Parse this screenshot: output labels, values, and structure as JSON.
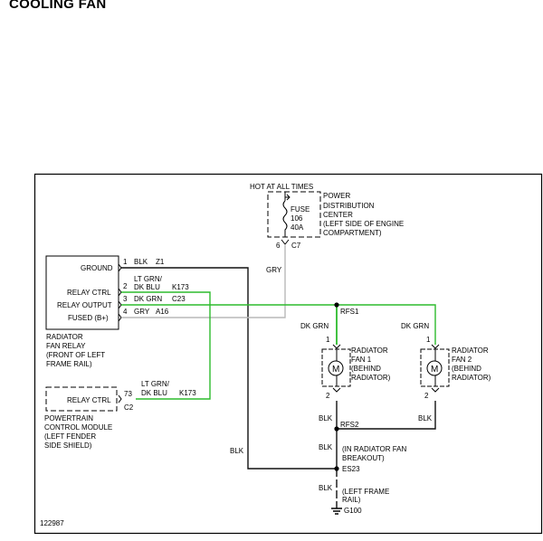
{
  "title": "COOLING FAN",
  "colors": {
    "green_wire": "#2dbb2d",
    "gray_wire": "#b8b8b8",
    "black_wire": "#111111"
  },
  "pdc": {
    "hot_label": "HOT AT ALL TIMES",
    "fuse_label": "FUSE",
    "fuse_number": "106",
    "fuse_amps": "40A",
    "name_lines": [
      "POWER",
      "DISTRIBUTION",
      "CENTER",
      "(LEFT SIDE OF ENGINE",
      "COMPARTMENT)"
    ],
    "pin": "6",
    "connector": "C7"
  },
  "relay": {
    "labels": [
      "GROUND",
      "RELAY CTRL",
      "RELAY OUTPUT",
      "FUSED (B+)"
    ],
    "name_lines": [
      "RADIATOR",
      "FAN RELAY",
      "(FRONT OF LEFT",
      "FRAME RAIL)"
    ],
    "pins": [
      "1",
      "2",
      "3",
      "4"
    ]
  },
  "wires": {
    "z1_color": "BLK",
    "z1_circuit": "Z1",
    "k173_color_1": "LT GRN/",
    "k173_color_2": "DK BLU",
    "k173_circuit": "K173",
    "c23_color": "DK GRN",
    "c23_circuit": "C23",
    "a16_color": "GRY",
    "a16_circuit": "A16",
    "gry_vertical": "GRY",
    "pcm_k173_color_1": "LT GRN/",
    "pcm_k173_color_2": "DK BLU",
    "pcm_k173_circuit": "K173",
    "dkgrn_fan1": "DK GRN",
    "dkgrn_fan2": "DK GRN",
    "blk_fan1": "BLK",
    "blk_fan2": "BLK",
    "blk_ground_left": "BLK",
    "blk_breakout": "BLK",
    "blk_g100": "BLK"
  },
  "pcm": {
    "label": "RELAY CTRL",
    "pin": "73",
    "connector": "C2",
    "name_lines": [
      "POWERTRAIN",
      "CONTROL MODULE",
      "(LEFT FENDER",
      "SIDE SHIELD)"
    ]
  },
  "fan1": {
    "name_lines": [
      "RADIATOR",
      "FAN 1",
      "(BEHIND",
      "RADIATOR)"
    ],
    "pin_top": "1",
    "pin_bottom": "2",
    "motor_symbol": "M"
  },
  "fan2": {
    "name_lines": [
      "RADIATOR",
      "FAN 2",
      "(BEHIND",
      "RADIATOR)"
    ],
    "pin_top": "1",
    "pin_bottom": "2",
    "motor_symbol": "M"
  },
  "splices": {
    "rfs1": "RFS1",
    "rfs2": "RFS2",
    "es23": "ES23",
    "es23_note_lines": [
      "(IN RADIATOR FAN",
      "BREAKOUT)"
    ]
  },
  "ground": {
    "name": "G100",
    "note_lines": [
      "(LEFT FRAME",
      "RAIL)"
    ]
  },
  "figure_number": "122987"
}
